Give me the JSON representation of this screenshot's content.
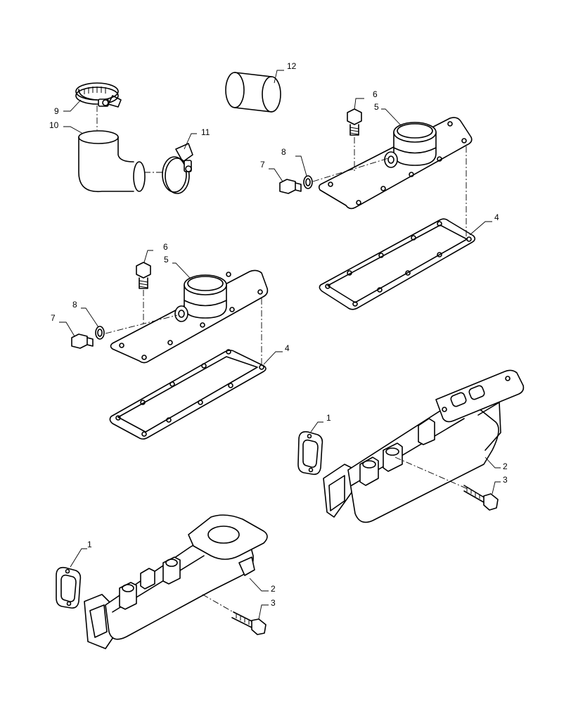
{
  "callouts": {
    "c1a": "1",
    "c1b": "1",
    "c2a": "2",
    "c2b": "2",
    "c3a": "3",
    "c3b": "3",
    "c4a": "4",
    "c4b": "4",
    "c5a": "5",
    "c5b": "5",
    "c6a": "6",
    "c6b": "6",
    "c7a": "7",
    "c7b": "7",
    "c8a": "8",
    "c8b": "8",
    "c9": "9",
    "c10": "10",
    "c11": "11",
    "c12": "12"
  },
  "colors": {
    "line": "#000000",
    "background": "#ffffff"
  }
}
